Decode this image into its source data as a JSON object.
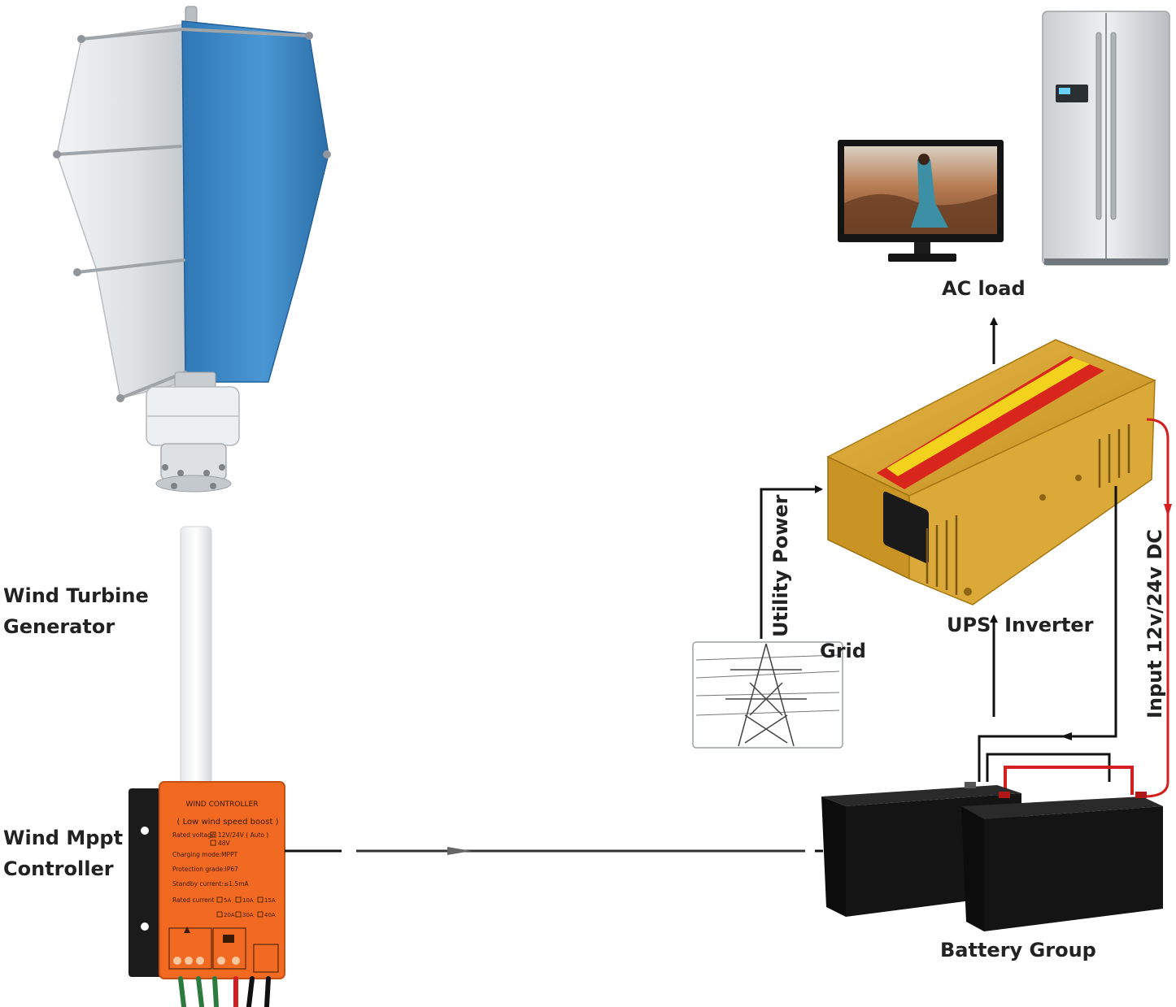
{
  "labels": {
    "wind_turbine_line1": "Wind Turbine",
    "wind_turbine_line2": "Generator",
    "wind_controller_line1": "Wind Mppt",
    "wind_controller_line2": "Controller",
    "ac_load": "AC load",
    "ups_inverter": "UPS  Inverter",
    "utility_power": "Utility Power",
    "grid": "Grid",
    "input_dc": "Input 12v/24v DC",
    "battery_group": "Battery Group"
  },
  "controller_panel": {
    "title": "WIND CONTROLLER",
    "subtitle": "( Low wind speed boost )",
    "rated_voltage": "Rated voltage",
    "voltage_option_1": "12V/24V ( Auto )",
    "voltage_option_2": "48V",
    "charging_mode": "Charging mode:MPPT",
    "protection_grade": "Protection grade:IP67",
    "standby_current": "Standby current:≤1.5mA",
    "rated_current": "Rated current",
    "current_options_row1": [
      "5A",
      "10A",
      "15A"
    ],
    "current_options_row2": [
      "20A",
      "30A",
      "40A"
    ]
  },
  "colors": {
    "turbine_blue": "#3b86c4",
    "turbine_white": "#dfe3e6",
    "controller_orange": "#f26a22",
    "inverter_gold": "#d9a52a",
    "inverter_red_band": "#d9261c",
    "battery_black": "#141414",
    "wire_red": "#d21f1f",
    "wire_black": "#111111"
  }
}
